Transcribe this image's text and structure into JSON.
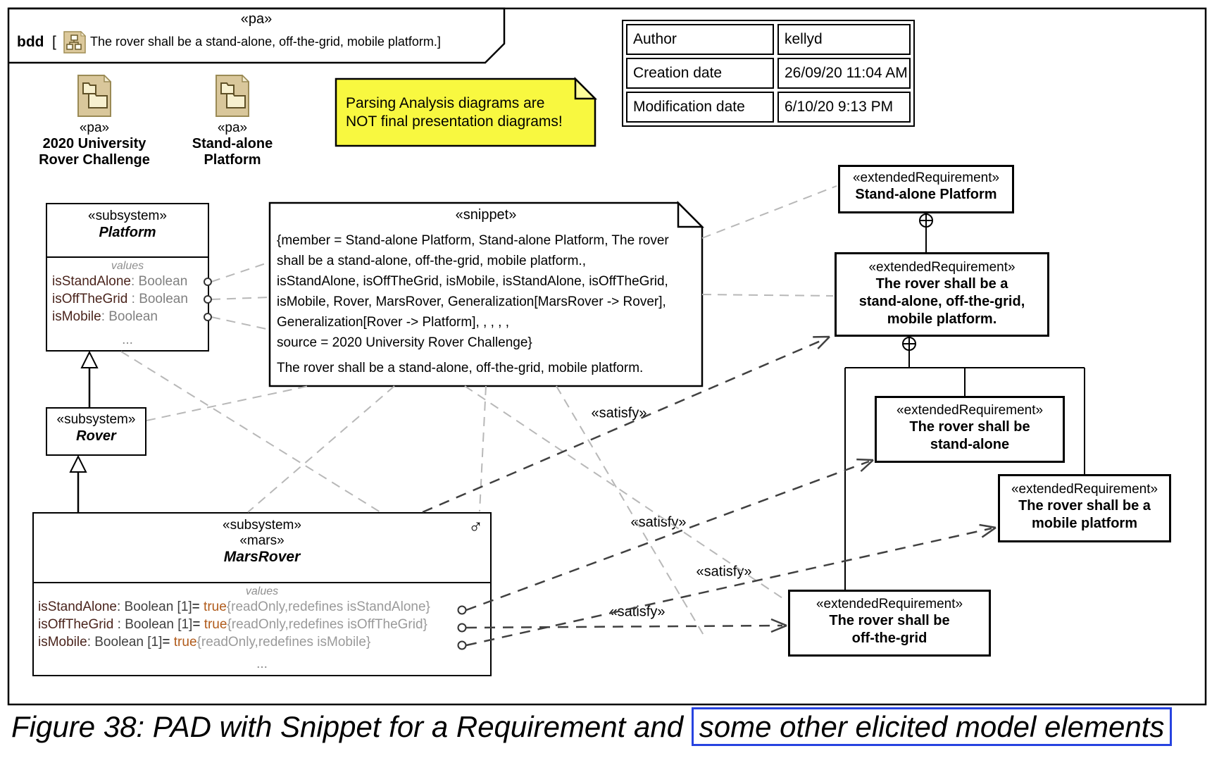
{
  "frame": {
    "stereotype": "«pa»",
    "kind_label": "bdd",
    "open_bracket": "[",
    "name": "The rover shall be a stand-alone, off-the-grid, mobile platform.]"
  },
  "info_table": {
    "rows": [
      {
        "label": "Author",
        "value": "kellyd"
      },
      {
        "label": "Creation date",
        "value": "26/09/20 11:04 AM"
      },
      {
        "label": "Modification date",
        "value": "6/10/20 9:13 PM"
      }
    ]
  },
  "packages": [
    {
      "stereotype": "«pa»",
      "line1": "2020 University",
      "line2": "Rover Challenge"
    },
    {
      "stereotype": "«pa»",
      "line1": "Stand-alone",
      "line2": "Platform"
    }
  ],
  "note": {
    "line1": "Parsing Analysis diagrams are",
    "line2": "NOT final presentation diagrams!"
  },
  "platform": {
    "stereotype": "«subsystem»",
    "name": "Platform",
    "compartment": "values",
    "attrs": [
      {
        "name": "isStandAlone",
        "type": ": Boolean"
      },
      {
        "name": "isOffTheGrid",
        "type": " : Boolean"
      },
      {
        "name": "isMobile",
        "type": ": Boolean"
      }
    ],
    "more": "..."
  },
  "rover": {
    "stereotype": "«subsystem»",
    "name": "Rover"
  },
  "marsrover": {
    "stereotype1": "«subsystem»",
    "stereotype2": "«mars»",
    "name": "MarsRover",
    "mars_symbol": "♂",
    "compartment": "values",
    "attrs": [
      {
        "name": "isStandAlone",
        "mid": ": Boolean [1]",
        "eq": "= ",
        "value": "true",
        "constraint": "{readOnly,redefines isStandAlone}"
      },
      {
        "name": "isOffTheGrid",
        "mid": " : Boolean [1]",
        "eq": "= ",
        "value": "true",
        "constraint": "{readOnly,redefines isOffTheGrid}"
      },
      {
        "name": "isMobile",
        "mid": ": Boolean [1]",
        "eq": "= ",
        "value": "true",
        "constraint": "{readOnly,redefines isMobile}"
      }
    ],
    "more": "..."
  },
  "snippet": {
    "stereotype": "«snippet»",
    "body_lines": [
      "{member = Stand-alone Platform, Stand-alone Platform, The rover",
      "shall be a stand-alone, off-the-grid, mobile platform.,",
      "isStandAlone, isOffTheGrid, isMobile, isStandAlone, isOffTheGrid,",
      "isMobile, Rover, MarsRover, Generalization[MarsRover -> Rover],",
      "Generalization[Rover -> Platform], , , , ,",
      "source = 2020 University Rover Challenge}"
    ],
    "statement": "The rover shall be a stand-alone, off-the-grid, mobile platform."
  },
  "requirements": {
    "standalone_platform": {
      "stereotype": "«extendedRequirement»",
      "line1": "Stand-alone Platform"
    },
    "main": {
      "stereotype": "«extendedRequirement»",
      "line1": "The rover shall be a",
      "line2": "stand-alone, off-the-grid,",
      "line3": "mobile platform."
    },
    "standalone": {
      "stereotype": "«extendedRequirement»",
      "line1": "The rover shall be",
      "line2": "stand-alone"
    },
    "mobile": {
      "stereotype": "«extendedRequirement»",
      "line1": "The rover shall be a",
      "line2": "mobile platform"
    },
    "offgrid": {
      "stereotype": "«extendedRequirement»",
      "line1": "The rover shall be",
      "line2": "off-the-grid"
    }
  },
  "connectors": {
    "satisfy1": "«satisfy»",
    "satisfy2": "«satisfy»",
    "satisfy3": "«satisfy»",
    "satisfy4": "«satisfy»"
  },
  "caption": {
    "prefix": "Figure 38: PAD with Snippet for a Requirement and ",
    "highlighted": "some other elicited model elements"
  },
  "colors": {
    "note_bg": "#f8f840",
    "highlight_border": "#2743e0",
    "attr_name": "#4a241c",
    "attr_value": "#b05a1a",
    "trace_line": "#b8b8b8",
    "satisfy_line": "#404040"
  }
}
